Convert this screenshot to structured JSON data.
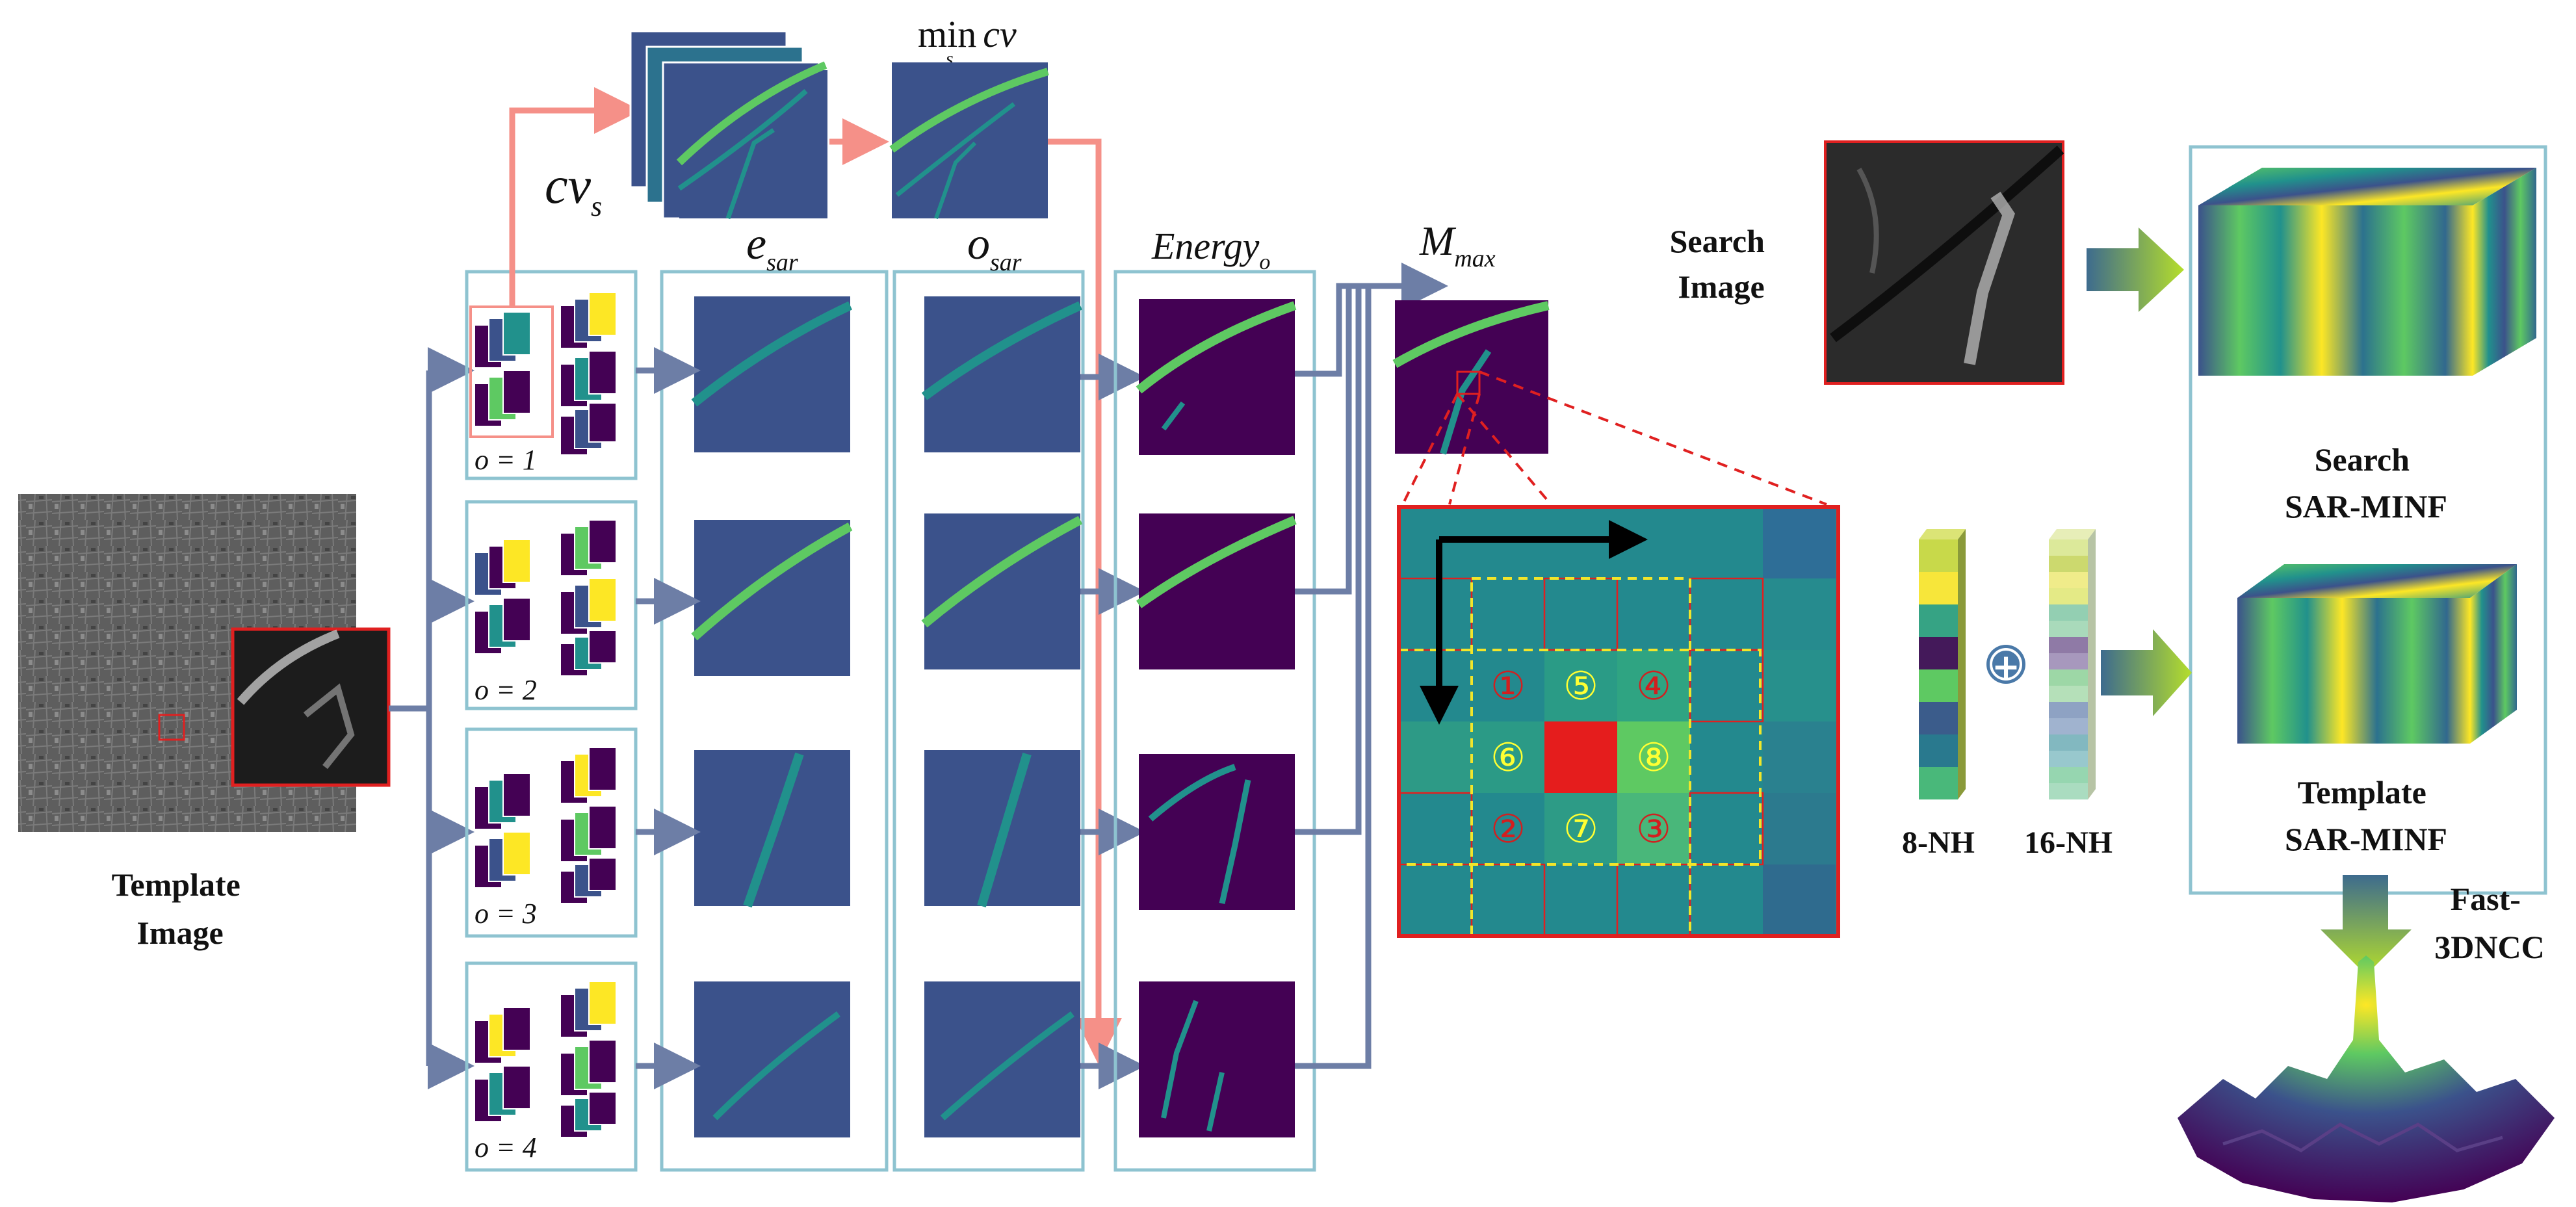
{
  "labels": {
    "template_image": [
      "Template",
      "Image"
    ],
    "search_image": [
      "Search",
      "Image"
    ],
    "cv_base": "cv",
    "cv_sub": "s",
    "min_word": "min",
    "min_cv": "cv",
    "min_sub": "s",
    "e_base": "e",
    "e_sub": "sar",
    "o_base": "o",
    "o_sub": "sar",
    "energy_base": "Energy",
    "energy_sub": "o",
    "m_base": "M",
    "m_sub": "max",
    "orientations": [
      "o = 1",
      "o = 2",
      "o = 3",
      "o = 4"
    ],
    "nh8": "8-NH",
    "nh16": "16-NH",
    "search_minf": [
      "Search",
      "SAR-MINF"
    ],
    "template_minf": [
      "Template",
      "SAR-MINF"
    ],
    "fast_ncc": [
      "Fast-",
      "3DNCC"
    ],
    "plus_symbol": "+"
  },
  "neighborhood": {
    "numbers": [
      "①",
      "⑤",
      "④",
      "⑥",
      "⑧",
      "②",
      "⑦",
      "③"
    ],
    "colors": {
      "center": "#e51d1d",
      "yellow_nums": "#ffff33",
      "red_nums": "#d21f1f"
    }
  },
  "colors": {
    "frame_blue": "#8ec3d0",
    "arrow_blue": "#6d7ea6",
    "arrow_pink": "#f59088",
    "viridis_dark": "#440154",
    "viridis_mid": "#21918c",
    "viridis_bright": "#fde725"
  }
}
